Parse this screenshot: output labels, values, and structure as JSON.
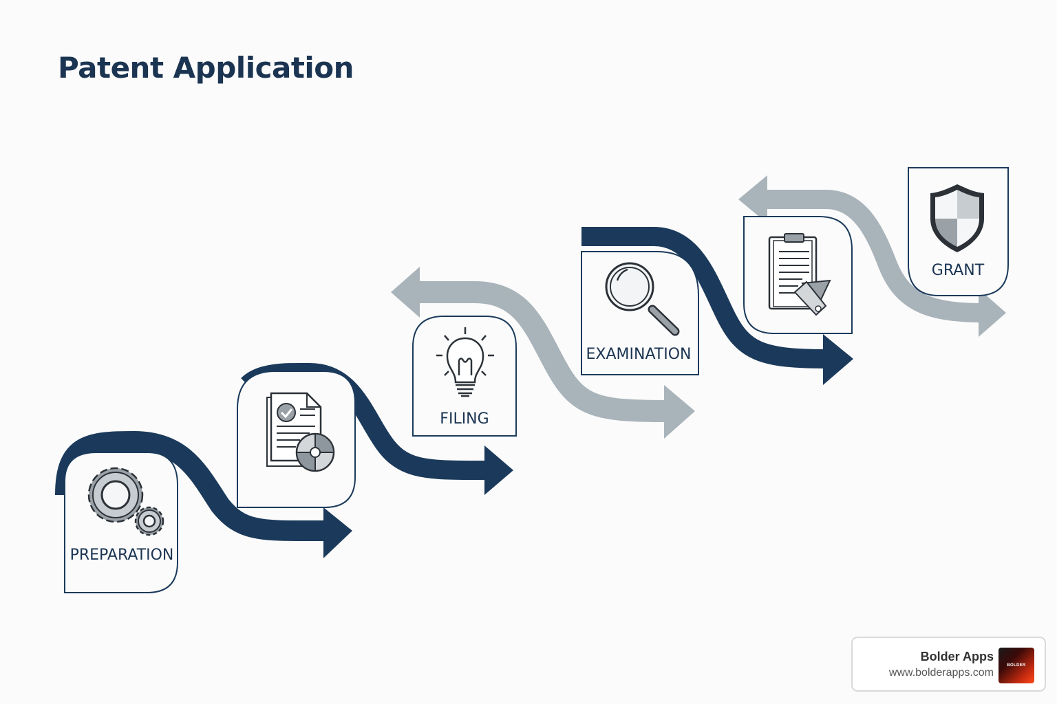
{
  "title": "Patent Application",
  "steps": [
    {
      "label": "PREPARATION",
      "icon": "gears-icon"
    },
    {
      "label": "",
      "icon": "document-chart-icon"
    },
    {
      "label": "FILING",
      "icon": "lightbulb-icon"
    },
    {
      "label": "EXAMINATION",
      "icon": "magnifier-icon"
    },
    {
      "label": "",
      "icon": "clipboard-pen-icon"
    },
    {
      "label": "GRANT",
      "icon": "shield-icon"
    }
  ],
  "colors": {
    "dark": "#1b3a5b",
    "light": "#a9b3ba",
    "title": "#1b3452"
  },
  "badge": {
    "name": "Bolder Apps",
    "url": "www.bolderapps.com",
    "logo_text": "BOLDER"
  }
}
